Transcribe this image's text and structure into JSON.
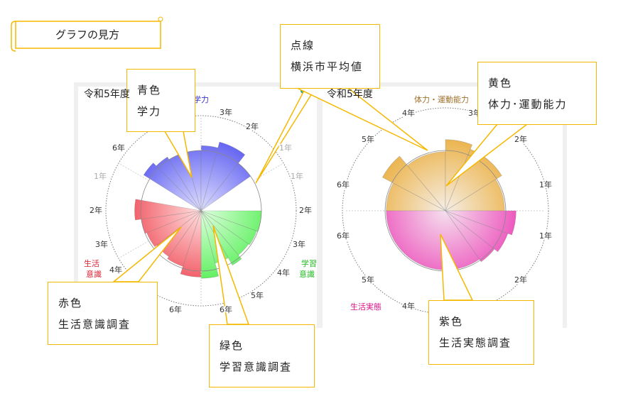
{
  "banner": "グラフの見方",
  "left": {
    "title": "令和5年度",
    "legend_blue": "学力",
    "legend_red": [
      "生活",
      "意識"
    ],
    "legend_green": [
      "学習",
      "意識"
    ],
    "labels": [
      [
        "3年",
        318,
        162,
        ""
      ],
      [
        "2年",
        355,
        182,
        ""
      ],
      [
        "1年",
        402,
        212,
        "grey"
      ],
      [
        "1年",
        418,
        252,
        "grey"
      ],
      [
        "2年",
        430,
        300,
        ""
      ],
      [
        "3年",
        421,
        348,
        ""
      ],
      [
        "4年",
        399,
        388,
        ""
      ],
      [
        "5年",
        362,
        420,
        ""
      ],
      [
        "6年",
        318,
        440,
        ""
      ],
      [
        "6年",
        247,
        440,
        ""
      ],
      [
        "4年",
        163,
        384,
        ""
      ],
      [
        "3年",
        143,
        348,
        ""
      ],
      [
        "2年",
        135,
        300,
        ""
      ],
      [
        "1年",
        141,
        252,
        "grey"
      ],
      [
        "6年",
        167,
        212,
        ""
      ]
    ]
  },
  "right": {
    "title": "令和5年度",
    "legend_yellow": "体力・運動能力",
    "legend_pink": "生活実態",
    "labels": [
      [
        "4年",
        575,
        163
      ],
      [
        "3年",
        668,
        163
      ],
      [
        "2年",
        733,
        200
      ],
      [
        "1年",
        768,
        264
      ],
      [
        "1年",
        768,
        336
      ],
      [
        "2年",
        733,
        398
      ],
      [
        "4年",
        575,
        435
      ],
      [
        "5年",
        518,
        398
      ],
      [
        "6年",
        483,
        336
      ],
      [
        "6年",
        483,
        264
      ],
      [
        "5年",
        518,
        200
      ]
    ]
  },
  "callouts": {
    "blue": [
      "青色",
      "学力"
    ],
    "dotted": [
      "点線",
      "横浜市平均値"
    ],
    "yellow": [
      "黄色",
      "体力･運動能力"
    ],
    "red": [
      "赤色",
      "生活意識調査"
    ],
    "green": [
      "緑色",
      "学習意識調査"
    ],
    "purple": [
      "紫色",
      "生活実態調査"
    ]
  },
  "colors": {
    "blue": "#5a5af0",
    "red": "#f05a64",
    "green": "#5af05a",
    "yellow": "#ecb44c",
    "pink": "#ee60c0",
    "callout": "#f5b800"
  },
  "chart_data": {
    "type": "polar-area",
    "left": {
      "blue": [
        [
          -58,
          -45,
          1.12
        ],
        [
          -45,
          -32,
          1.05
        ],
        [
          -32,
          -15,
          1.0
        ],
        [
          -15,
          0,
          1.0
        ],
        [
          0,
          15,
          1.08
        ],
        [
          15,
          38,
          1.18
        ],
        [
          38,
          55,
          1.0
        ]
      ],
      "green": [
        [
          90,
          110,
          1.0
        ],
        [
          110,
          125,
          0.98
        ],
        [
          125,
          140,
          0.96
        ],
        [
          140,
          150,
          1.04
        ],
        [
          150,
          165,
          0.9
        ],
        [
          165,
          180,
          1.12
        ]
      ],
      "red": [
        [
          180,
          198,
          1.1
        ],
        [
          198,
          215,
          0.97
        ],
        [
          215,
          232,
          0.93
        ],
        [
          232,
          248,
          0.97
        ],
        [
          248,
          262,
          1.0
        ],
        [
          262,
          280,
          1.1
        ]
      ]
    },
    "right": {
      "yellow": [
        [
          -90,
          -62,
          0.98
        ],
        [
          -62,
          -40,
          1.18
        ],
        [
          -40,
          0,
          0.98
        ],
        [
          0,
          22,
          1.18
        ],
        [
          22,
          58,
          1.1
        ],
        [
          58,
          90,
          0.98
        ]
      ],
      "pink": [
        [
          90,
          110,
          1.17
        ],
        [
          110,
          128,
          1.1
        ],
        [
          128,
          145,
          1.03
        ],
        [
          145,
          270,
          0.98
        ]
      ]
    },
    "average": 1.0
  }
}
